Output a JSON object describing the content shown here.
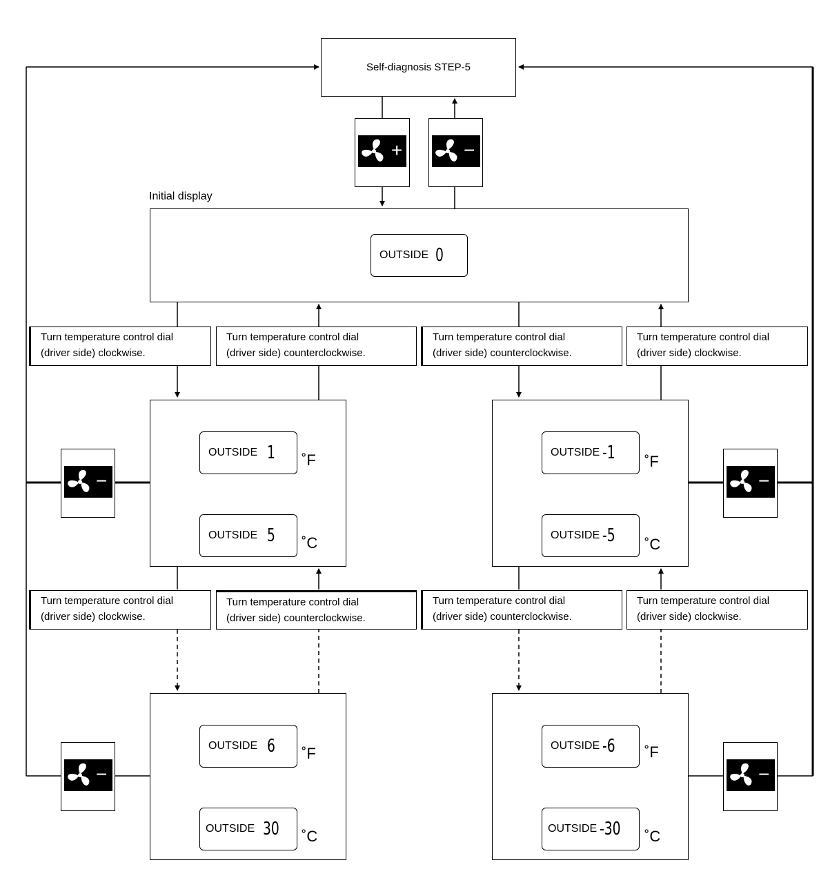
{
  "title": "Self-diagnosis STEP-5",
  "initial_caption": "Initial display",
  "initial_display": {
    "label": "OUTSIDE",
    "value": "0"
  },
  "fan_buttons": {
    "plus_sign": "+",
    "minus_sign": "−",
    "icon": "fan-icon"
  },
  "instructions": {
    "line1": "Turn temperature control dial",
    "cw_line2": "(driver side) clockwise.",
    "ccw_line2": "(driver side) counterclockwise."
  },
  "displays": {
    "left_upper": {
      "f_label": "OUTSIDE",
      "f_value": "1",
      "c_label": "OUTSIDE",
      "c_value": "5"
    },
    "right_upper": {
      "f_label": "OUTSIDE",
      "f_value": "-1",
      "c_label": "OUTSIDE",
      "c_value": "-5"
    },
    "left_lower": {
      "f_label": "OUTSIDE",
      "f_value": "6",
      "c_label": "OUTSIDE",
      "c_value": "30"
    },
    "right_lower": {
      "f_label": "OUTSIDE",
      "f_value": "-6",
      "c_label": "OUTSIDE",
      "c_value": "-30"
    }
  },
  "units": {
    "fahrenheit": "˚F",
    "celsius": "˚C"
  }
}
